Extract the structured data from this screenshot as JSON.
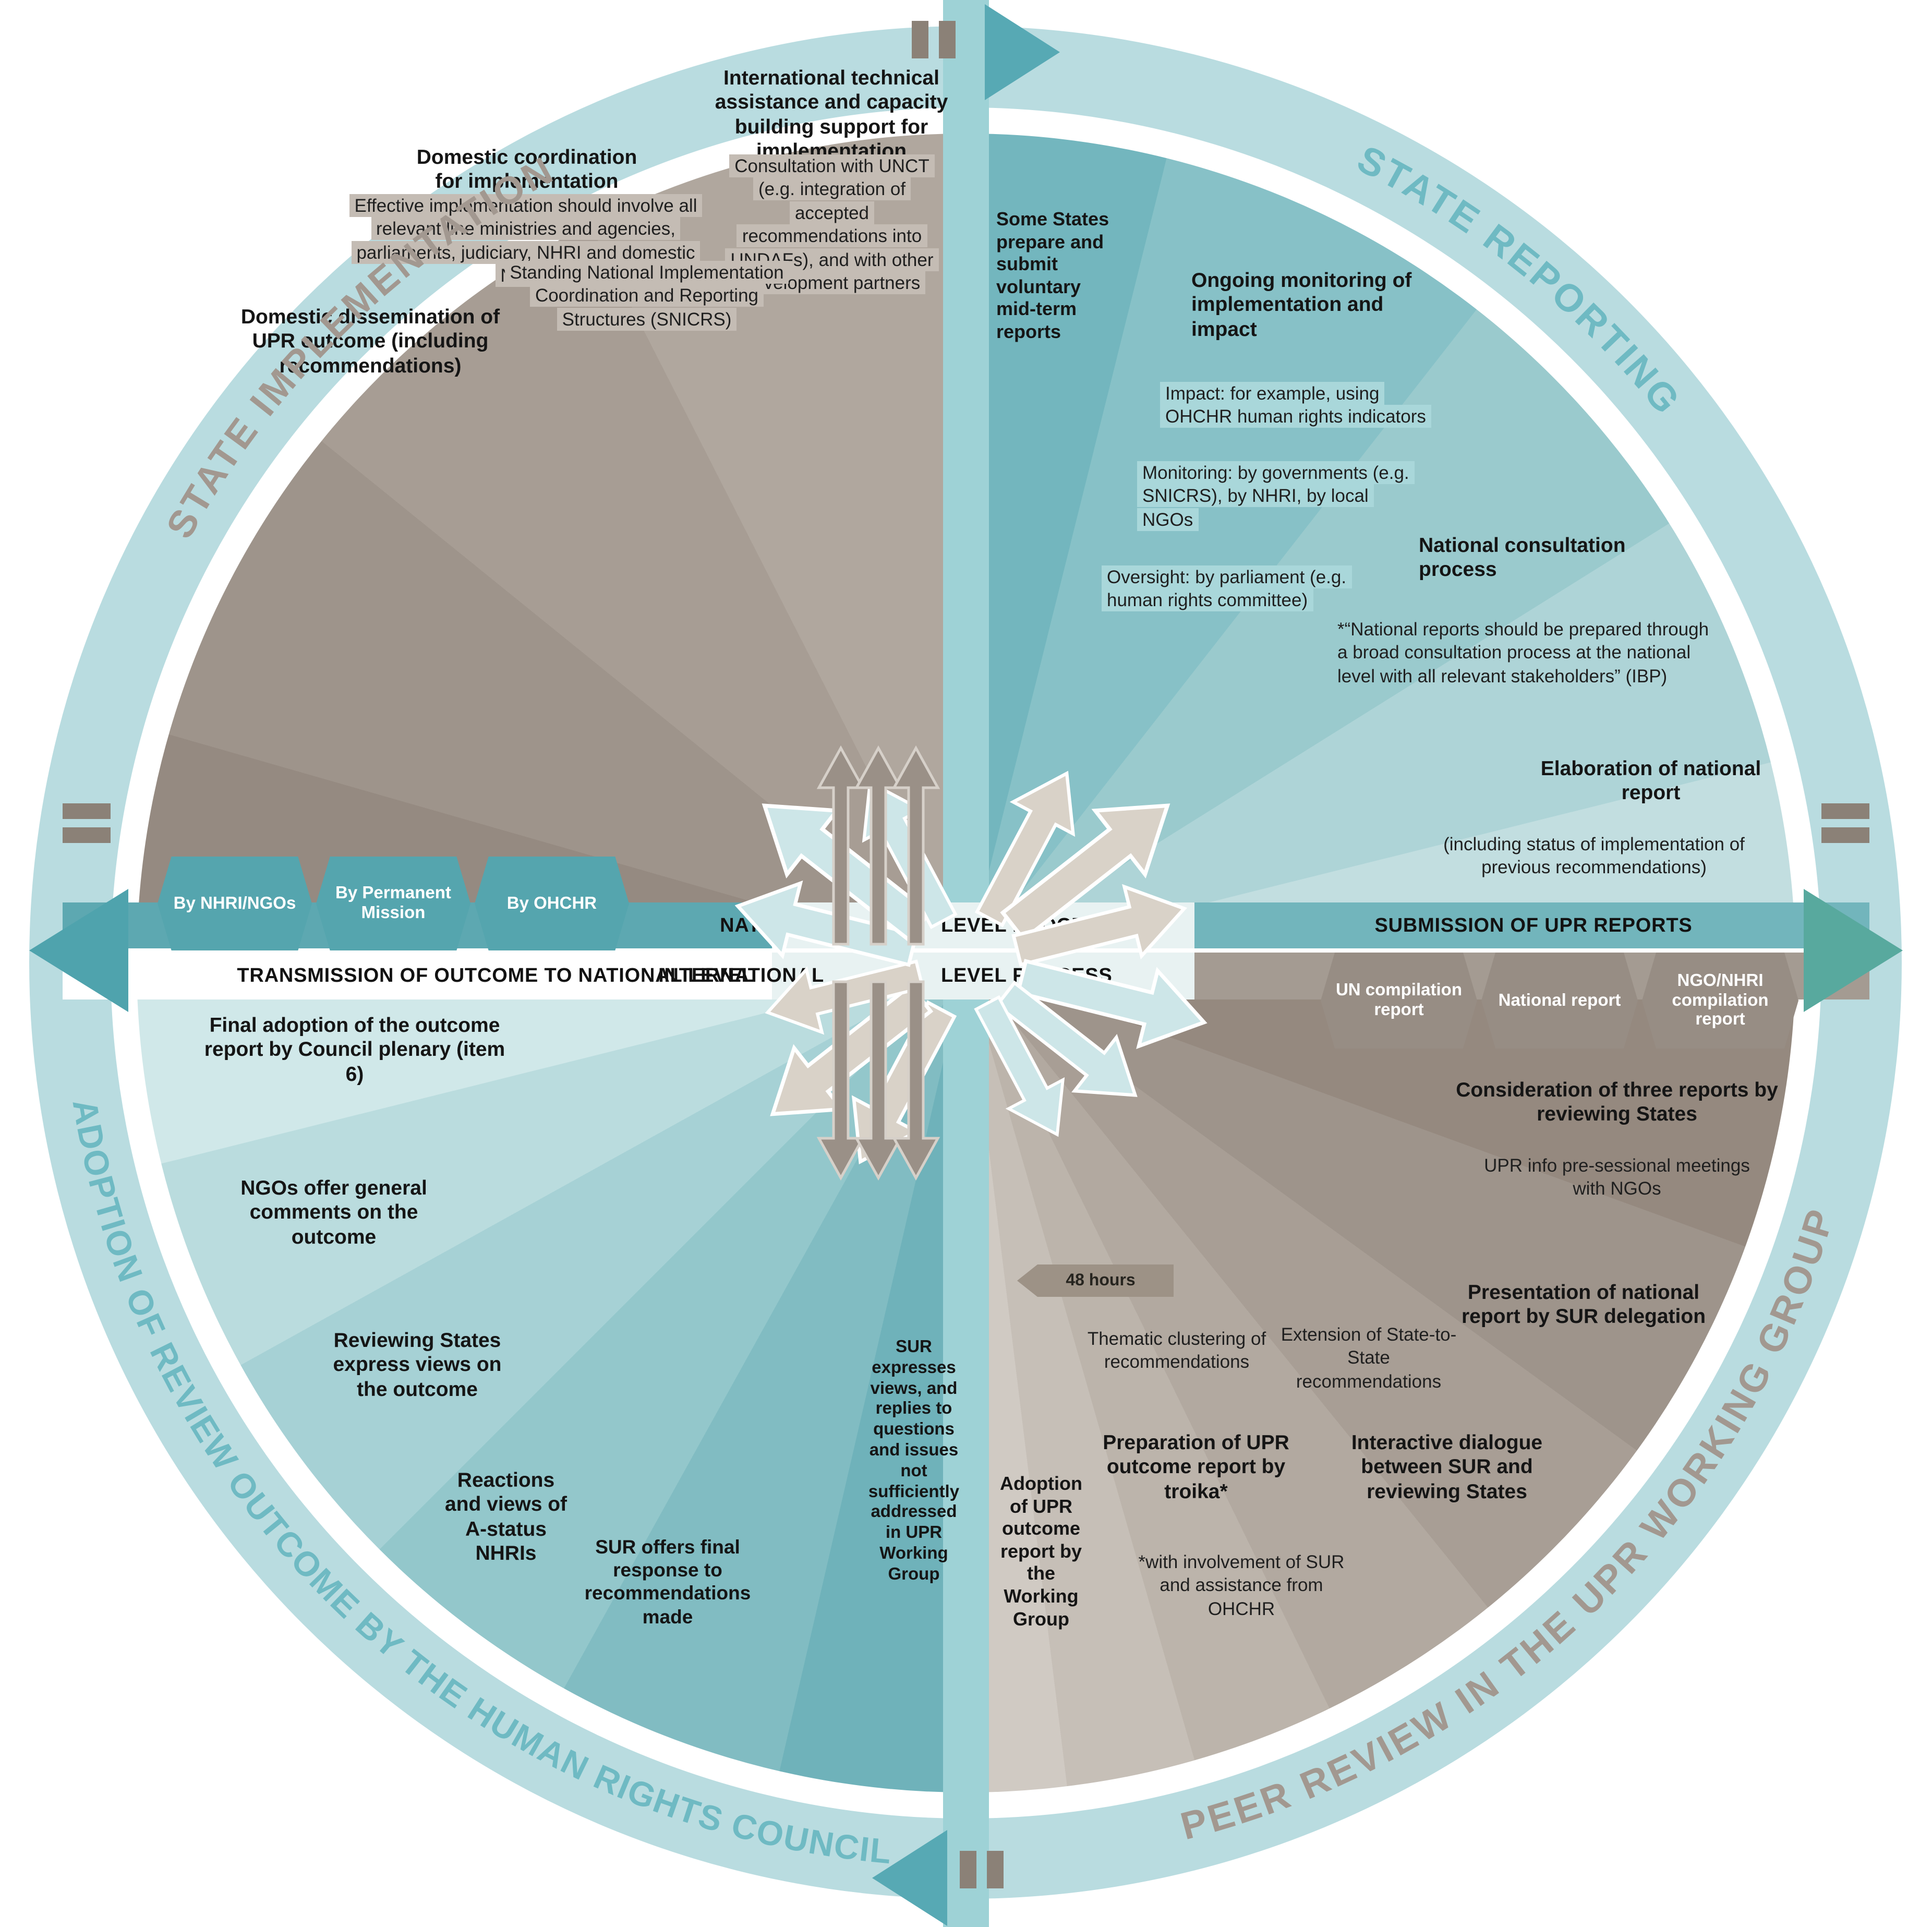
{
  "titles": {
    "state_implementation": "STATE IMPLEMENTATION",
    "state_reporting": "STATE REPORTING",
    "peer_review": "PEER REVIEW IN THE UPR WORKING GROUP",
    "adoption": "ADOPTION OF REVIEW OUTCOME BY THE HUMAN RIGHTS COUNCIL"
  },
  "band": {
    "national_label_left": "NATIONAL",
    "national_label_right": "LEVEL PROCESS",
    "international_label_left": "INTERNATIONAL",
    "international_label_right": "LEVEL PROCESS",
    "submission_label": "SUBMISSION OF UPR REPORTS",
    "transmission_label": "TRANSMISSION OF OUTCOME TO NATIONAL LEVEL",
    "left_hexagons": [
      "By NHRI/NGOs",
      "By Permanent Mission",
      "By OHCHR"
    ],
    "right_hexagons": [
      "UN compilation report",
      "National report",
      "NGO/NHRI compilation report"
    ]
  },
  "state_implementation": {
    "intl_assistance_title": "International technical assistance and capacity building support for implementation",
    "intl_assistance_detail": "Consultation with UNCT (e.g. integration of accepted recommendations into UNDAFs), and with other development partners",
    "domestic_coordination_title": "Domestic coordination for implementation",
    "domestic_coordination_detail": "Effective implementation should involve all relevant line ministries and agencies, parliaments, judiciary, NHRI and domestic NGOs",
    "snicrs": "Standing National Implementation Coordination and Reporting Structures (SNICRS)",
    "dissemination_title": "Domestic dissemination of UPR outcome (including recommendations)"
  },
  "state_reporting": {
    "midterm": "Some States prepare and submit voluntary mid-term reports",
    "monitoring_title": "Ongoing monitoring of implementation and impact",
    "impact": "Impact: for example, using OHCHR human rights indicators",
    "monitoring": "Monitoring: by governments (e.g. SNICRS), by NHRI, by local NGOs",
    "oversight": "Oversight: by parliament (e.g. human rights committee)",
    "consultation_title": "National consultation process",
    "consultation_detail": "*“National reports should be prepared through a broad consultation process at the national level with all relevant stakeholders” (IBP)",
    "elaboration_title": "Elaboration of national report",
    "elaboration_detail": "(including status of implementation of previous recommendations)"
  },
  "peer_review": {
    "consideration_title": "Consideration of three reports by reviewing States",
    "consideration_detail": "UPR info pre-sessional meetings with NGOs",
    "presentation": "Presentation of national report by SUR delegation",
    "dialogue": "Interactive dialogue between SUR and reviewing States",
    "extension": "Extension of State-to-State recommendations",
    "clustering": "Thematic clustering of recommendations",
    "troika_title": "Preparation of UPR outcome report by troika*",
    "troika_detail": "*with involvement of SUR and assistance from OHCHR",
    "adoption": "Adoption of UPR outcome report by the Working Group",
    "badge_48h": "48 hours"
  },
  "adoption_outcome": {
    "final_adoption": "Final adoption of the outcome report by Council plenary (item 6)",
    "ngo_comments": "NGOs offer general comments on the outcome",
    "reviewing_states": "Reviewing States express views on the outcome",
    "nhri_reactions": "Reactions and views of A-status NHRIs",
    "sur_final_response": "SUR offers final response to recommendations made",
    "sur_expresses": "SUR expresses views, and replies to questions and issues not sufficiently addressed in UPR Working Group"
  },
  "colors": {
    "ring_teal": "#b9dce0",
    "accent_teal": "#57a9b4",
    "accent_taupe": "#a79d94",
    "band_teal_left": "#5da8b1",
    "band_teal_right": "#72b5bc",
    "band_taupe": "#a49b92",
    "hex_teal": "#55a5ae",
    "hex_taupe": "#978d84",
    "title_teal": "#6fbac3",
    "title_taupe": "#a29890"
  }
}
